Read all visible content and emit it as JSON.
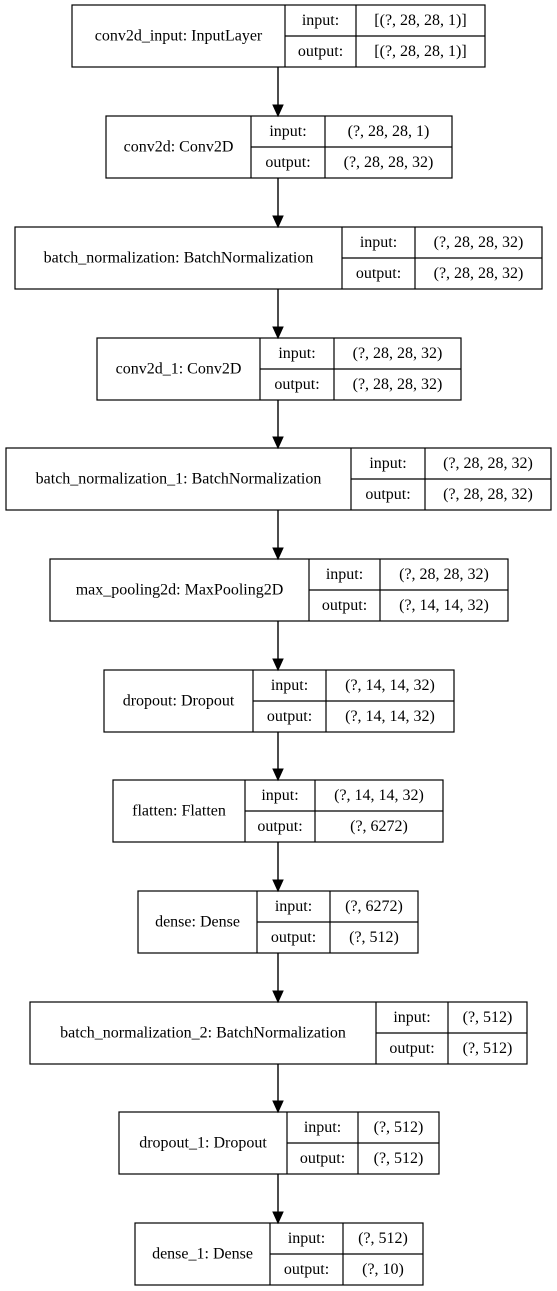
{
  "diagram": {
    "type": "keras-model-plot",
    "nodes": [
      {
        "id": "conv2d_input",
        "name": "conv2d_input: InputLayer",
        "input_label": "input:",
        "output_label": "output:",
        "input_shape": "[(?, 28, 28, 1)]",
        "output_shape": "[(?, 28, 28, 1)]"
      },
      {
        "id": "conv2d",
        "name": "conv2d: Conv2D",
        "input_label": "input:",
        "output_label": "output:",
        "input_shape": "(?, 28, 28, 1)",
        "output_shape": "(?, 28, 28, 32)"
      },
      {
        "id": "batch_normalization",
        "name": "batch_normalization: BatchNormalization",
        "input_label": "input:",
        "output_label": "output:",
        "input_shape": "(?, 28, 28, 32)",
        "output_shape": "(?, 28, 28, 32)"
      },
      {
        "id": "conv2d_1",
        "name": "conv2d_1: Conv2D",
        "input_label": "input:",
        "output_label": "output:",
        "input_shape": "(?, 28, 28, 32)",
        "output_shape": "(?, 28, 28, 32)"
      },
      {
        "id": "batch_normalization_1",
        "name": "batch_normalization_1: BatchNormalization",
        "input_label": "input:",
        "output_label": "output:",
        "input_shape": "(?, 28, 28, 32)",
        "output_shape": "(?, 28, 28, 32)"
      },
      {
        "id": "max_pooling2d",
        "name": "max_pooling2d: MaxPooling2D",
        "input_label": "input:",
        "output_label": "output:",
        "input_shape": "(?, 28, 28, 32)",
        "output_shape": "(?, 14, 14, 32)"
      },
      {
        "id": "dropout",
        "name": "dropout: Dropout",
        "input_label": "input:",
        "output_label": "output:",
        "input_shape": "(?, 14, 14, 32)",
        "output_shape": "(?, 14, 14, 32)"
      },
      {
        "id": "flatten",
        "name": "flatten: Flatten",
        "input_label": "input:",
        "output_label": "output:",
        "input_shape": "(?, 14, 14, 32)",
        "output_shape": "(?, 6272)"
      },
      {
        "id": "dense",
        "name": "dense: Dense",
        "input_label": "input:",
        "output_label": "output:",
        "input_shape": "(?, 6272)",
        "output_shape": "(?, 512)"
      },
      {
        "id": "batch_normalization_2",
        "name": "batch_normalization_2: BatchNormalization",
        "input_label": "input:",
        "output_label": "output:",
        "input_shape": "(?, 512)",
        "output_shape": "(?, 512)"
      },
      {
        "id": "dropout_1",
        "name": "dropout_1: Dropout",
        "input_label": "input:",
        "output_label": "output:",
        "input_shape": "(?, 512)",
        "output_shape": "(?, 512)"
      },
      {
        "id": "dense_1",
        "name": "dense_1: Dense",
        "input_label": "input:",
        "output_label": "output:",
        "input_shape": "(?, 512)",
        "output_shape": "(?, 10)"
      }
    ]
  }
}
